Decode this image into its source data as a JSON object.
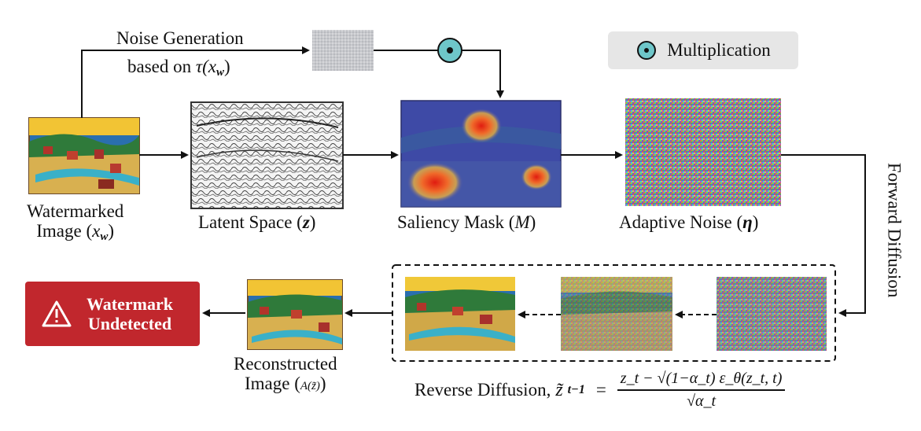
{
  "noise_gen": {
    "line1": "Noise Generation",
    "line2_prefix": "based on ",
    "line2_math": "τ(x",
    "line2_sub": "w",
    "line2_end": ")"
  },
  "legend": {
    "label": "Multiplication"
  },
  "watermarked": {
    "line1": "Watermarked",
    "line2_prefix": "Image (",
    "line2_math": "x",
    "line2_sub": "w",
    "line2_end": ")"
  },
  "latent": {
    "prefix": "Latent Space (",
    "math": "z",
    "end": ")"
  },
  "saliency": {
    "prefix": "Saliency Mask (",
    "math": "M",
    "end": ")"
  },
  "adaptive": {
    "prefix": "Adaptive Noise (",
    "math": "η",
    "end": ")"
  },
  "forward": {
    "label": "Forward Diffusion"
  },
  "reconstructed": {
    "line1": "Reconstructed",
    "line2_prefix": "Image (",
    "line2_math": "A(z̃)",
    "line2_end": ")"
  },
  "alert": {
    "line1": "Watermark",
    "line2": "Undetected",
    "icon": "warning-icon"
  },
  "reverse": {
    "prefix": "Reverse Diffusion, ",
    "lhs": "z̃",
    "lhs_sub": "t−1",
    "eq": "=",
    "numerator": "z_t − √(1−α_t) ε_θ(z_t, t)",
    "denominator": "√α_t"
  },
  "colors": {
    "alert_red": "#c1272d",
    "legend_bg": "#e6e6e6",
    "mult_fill": "#6ec6c9",
    "mask_blue": "#3e4aa6"
  }
}
